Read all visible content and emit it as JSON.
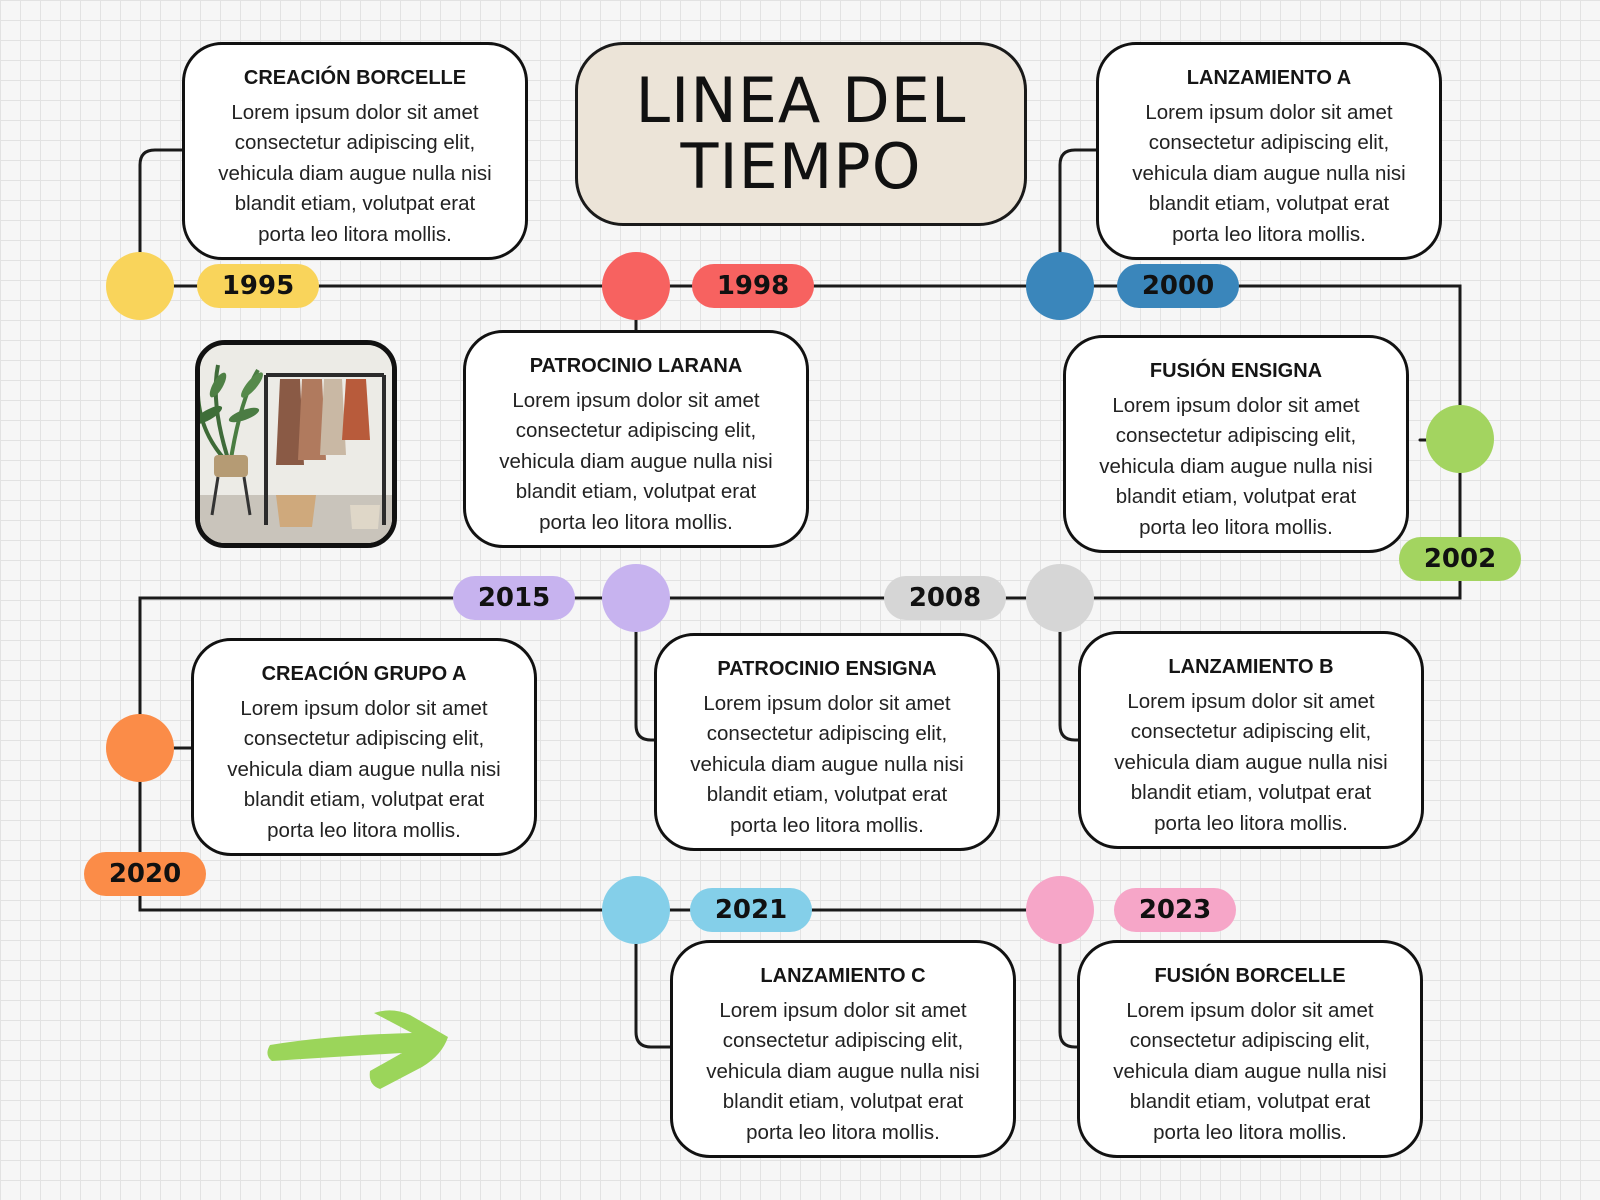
{
  "title": {
    "line1": "LINEA DEL",
    "line2": "TIEMPO"
  },
  "body_text": {
    "line1": "Lorem ipsum dolor sit amet",
    "line2": "consectetur adipiscing elit,",
    "line3": "vehicula diam augue nulla nisi",
    "line4": "blandit etiam, volutpat erat",
    "line5": "porta leo litora mollis."
  },
  "events": [
    {
      "year": "1995",
      "title": "CREACIÓN BORCELLE",
      "color": "#f9d45b"
    },
    {
      "year": "1998",
      "title": "PATROCINIO LARANA",
      "color": "#f76260"
    },
    {
      "year": "2000",
      "title": "LANZAMIENTO A",
      "color": "#3a86bb"
    },
    {
      "year": "2002",
      "title": "FUSIÓN ENSIGNA",
      "color": "#a3d460"
    },
    {
      "year": "2008",
      "title": "LANZAMIENTO B",
      "color": "#d6d6d6"
    },
    {
      "year": "2015",
      "title": "PATROCINIO ENSIGNA",
      "color": "#c7b3ef"
    },
    {
      "year": "2020",
      "title": "CREACIÓN GRUPO A",
      "color": "#fb8c48"
    },
    {
      "year": "2021",
      "title": "LANZAMIENTO C",
      "color": "#84cfe9"
    },
    {
      "year": "2023",
      "title": "FUSIÓN BORCELLE",
      "color": "#f6a6c8"
    }
  ],
  "decor": {
    "line_color": "#1a1a1a",
    "arrow_color": "#9bd55a",
    "arrow_icon": "green-arrow-icon",
    "photo_icon": "clothing-rack-photo"
  }
}
